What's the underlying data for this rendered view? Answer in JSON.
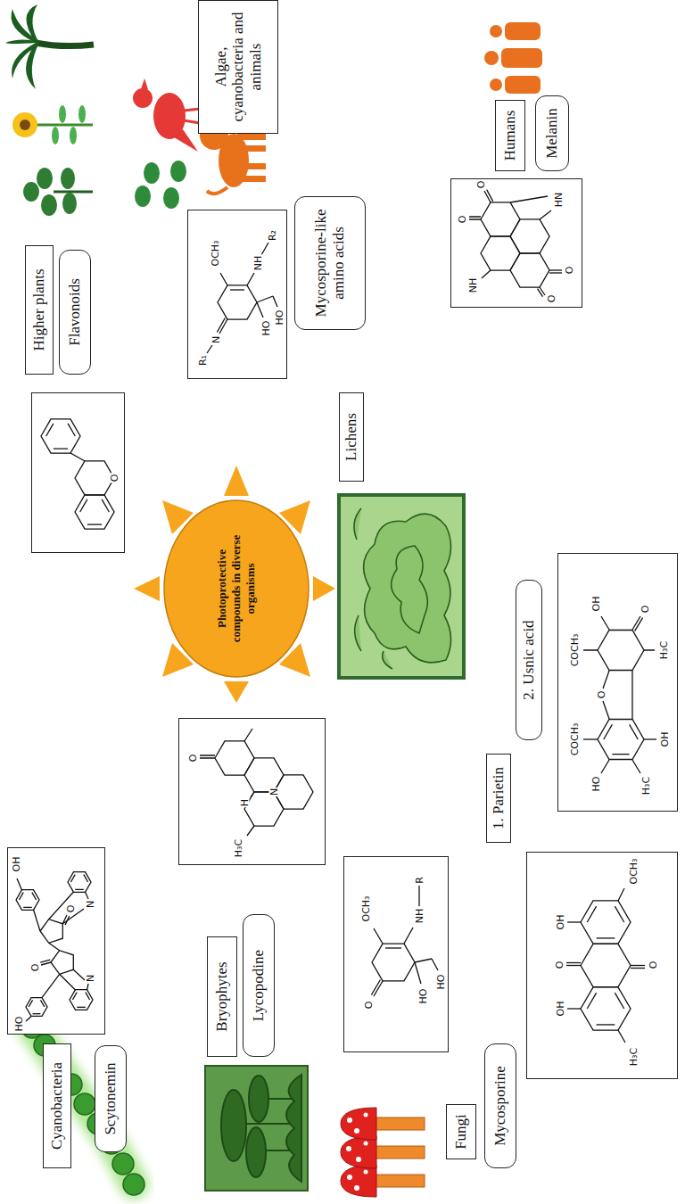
{
  "diagram": {
    "nodes": [
      {
        "text": [
          "Cyanobacteria"
        ]
      },
      {
        "text": [
          "Scytonemin"
        ]
      },
      {
        "text": [
          "OH",
          "N",
          "O",
          "O",
          "N",
          "HO"
        ]
      },
      {
        "text": [
          "Bryophytes"
        ]
      },
      {
        "text": [
          "Lycopodine"
        ]
      },
      {
        "text": [
          "O",
          "H₃C",
          "H",
          "N"
        ]
      },
      {
        "text": [
          "Photoprotective compounds in diverse organisms"
        ]
      },
      {
        "text": [
          "Fungi"
        ]
      },
      {
        "text": [
          "Mycosporine"
        ]
      },
      {
        "text": [
          "O",
          "OCH₃",
          "NH",
          "R",
          "HO",
          "HO"
        ]
      },
      {
        "text": [
          "Lichens"
        ]
      },
      {
        "text": [
          "1. Parietin"
        ]
      },
      {
        "text": [
          "OH",
          "O",
          "OH",
          "H₃C",
          "O",
          "OCH₃"
        ]
      },
      {
        "text": [
          "2. Usnic acid"
        ]
      },
      {
        "text": [
          "HO",
          "COCH₃",
          "OH",
          "H₃C",
          "O",
          "COCH₃",
          "OH",
          "O",
          "H₃C"
        ]
      },
      {
        "text": [
          "Higher plants"
        ]
      },
      {
        "text": [
          "Flavonoids"
        ]
      },
      {
        "text": [
          "O"
        ]
      },
      {
        "text": [
          "Mycosporine-like amino acids"
        ]
      },
      {
        "text": [
          "R₁",
          "N",
          "OCH₃",
          "NH",
          "R₂",
          "HO",
          "HO"
        ]
      },
      {
        "text": [
          "Algae, cyanobacteria and animals"
        ]
      },
      {
        "text": [
          "Humans"
        ]
      },
      {
        "text": [
          "Melanin"
        ]
      },
      {
        "text": [
          "NH",
          "O",
          "O",
          "O",
          "O",
          "HN"
        ]
      }
    ]
  }
}
